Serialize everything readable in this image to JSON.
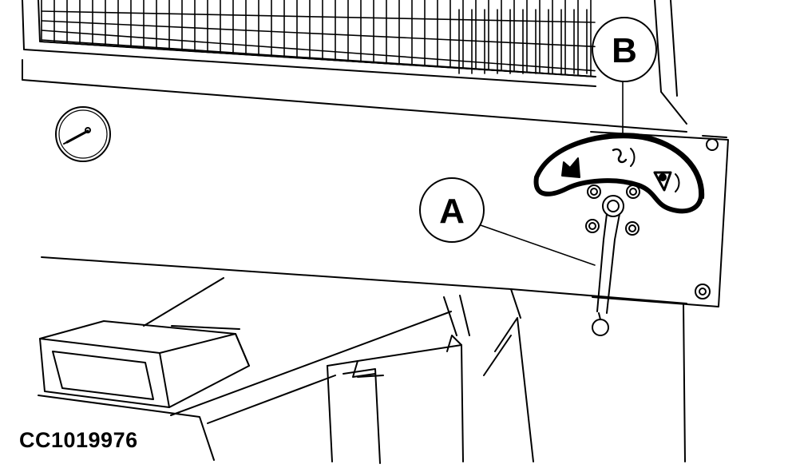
{
  "callouts": {
    "a": "A",
    "b": "B"
  },
  "figure_id": "CC1019976",
  "colors": {
    "ink": "#000000",
    "paper": "#ffffff"
  }
}
